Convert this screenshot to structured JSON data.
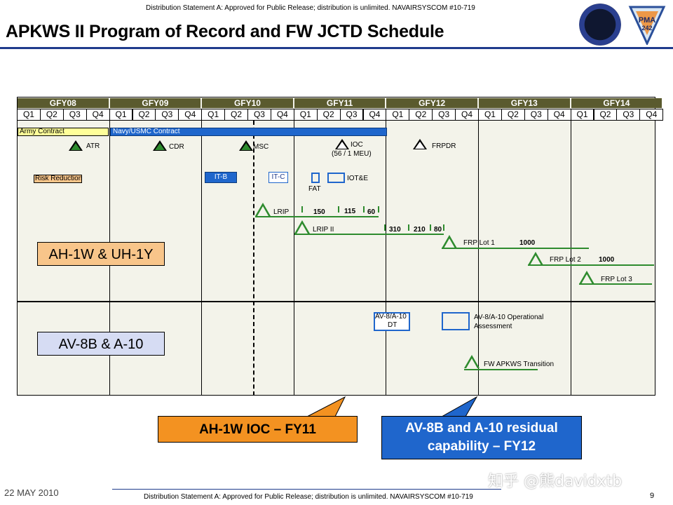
{
  "header": {
    "distribution": "Distribution Statement A: Approved for Public Release; distribution is unlimited.  NAVAIRSYSCOM #10-719",
    "title": "APKWS II Program of Record and FW JCTD Schedule",
    "logo_right_text": "PMA 242"
  },
  "timeline": {
    "years": [
      "GFY08",
      "GFY09",
      "GFY10",
      "GFY11",
      "GFY12",
      "GFY13",
      "GFY14"
    ],
    "quarters": [
      "Q1",
      "Q2",
      "Q3",
      "Q4"
    ]
  },
  "bars": {
    "army_contract": "Army Contract",
    "navy_contract": "Navy/USMC Contract",
    "risk_reduction": "Risk Reduction",
    "itb": "IT-B",
    "itc": "IT-C"
  },
  "milestones": {
    "atr": "ATR",
    "cdr": "CDR",
    "msc": "MSC",
    "ioc": "IOC",
    "ioc_sub": "(56 / 1 MEU)",
    "frpdr": "FRPDR",
    "fat": "FAT",
    "iote": "IOT&E",
    "lrip": "LRIP",
    "lrip_ii": "LRIP II",
    "frp_lot1": "FRP Lot 1",
    "frp_lot2": "FRP Lot 2",
    "frp_lot3": "FRP Lot 3",
    "av8b_dt_line1": "AV-8/A-10",
    "av8b_dt_line2": "DT",
    "av8b_ops_line1": "AV-8/A-10 Operational",
    "av8b_ops_line2": "Assessment",
    "fw_transition": "FW APKWS Transition"
  },
  "quantities": {
    "lrip_q1": "150",
    "lrip_q2": "115",
    "lrip_q3": "60",
    "lrip2_q1": "310",
    "lrip2_q2": "210",
    "lrip2_q3": "80",
    "frp1_qty": "1000",
    "frp2_qty": "1000"
  },
  "sections": {
    "rotary": "AH-1W & UH-1Y",
    "fixed": "AV-8B & A-10"
  },
  "callouts": {
    "ah1w": "AH-1W IOC – FY11",
    "av8b_line1": "AV-8B and A-10 residual",
    "av8b_line2": "capability – FY12"
  },
  "footer": {
    "date": "22 MAY 2010",
    "distribution": "Distribution Statement A: Approved for Public Release; distribution is unlimited.  NAVAIRSYSCOM #10-719",
    "page": "9",
    "watermark": "知乎 @熊davidxtb"
  },
  "colors": {
    "title_rule": "#1f3b8c",
    "year_header": "#5a5a2e",
    "chart_bg": "#f3f3ea",
    "army_bar": "#ffff99",
    "navy_bar": "#1f66cc",
    "milestone_green": "#2e8b2e",
    "orange_callout": "#f39221",
    "blue_callout": "#1f66cc"
  }
}
